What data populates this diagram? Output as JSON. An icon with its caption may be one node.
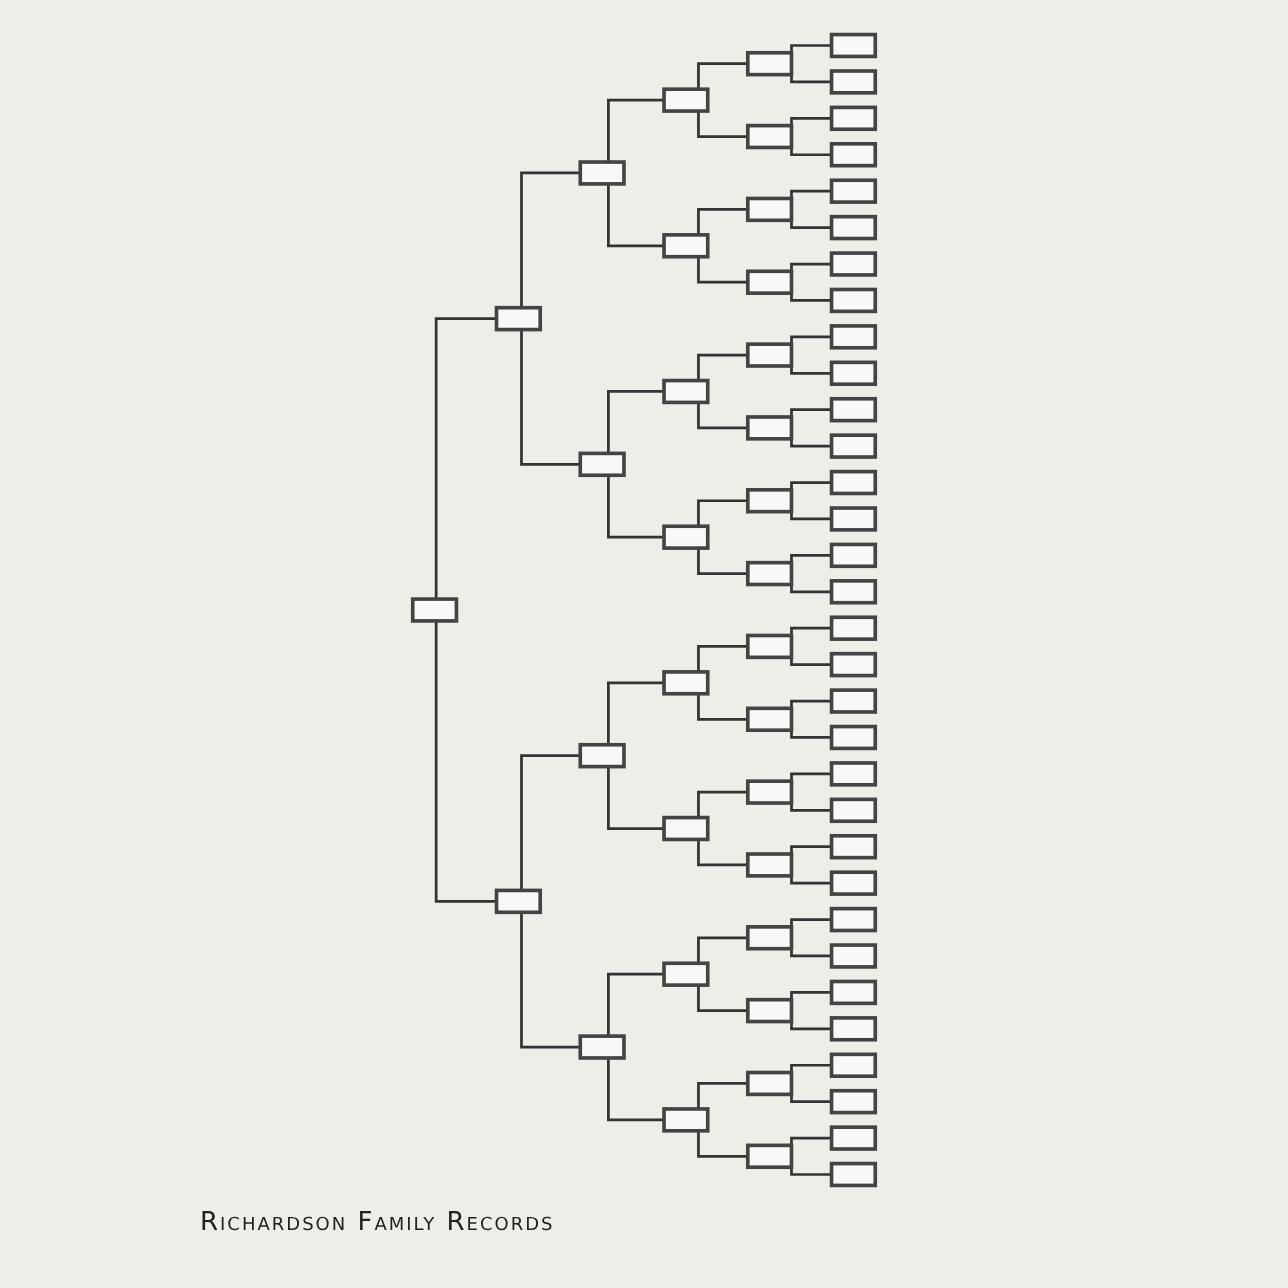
{
  "diagram": {
    "nodes": [
      {
        "text": [],
        "shape": "box"
      },
      {
        "text": [],
        "shape": "box"
      },
      {
        "text": [],
        "shape": "box"
      },
      {
        "text": [],
        "shape": "box"
      },
      {
        "text": [],
        "shape": "box"
      },
      {
        "text": [],
        "shape": "box"
      },
      {
        "text": [],
        "shape": "box"
      },
      {
        "text": [],
        "shape": "box"
      },
      {
        "text": [],
        "shape": "box"
      },
      {
        "text": [],
        "shape": "box"
      },
      {
        "text": [],
        "shape": "box"
      },
      {
        "text": [],
        "shape": "box"
      },
      {
        "text": [],
        "shape": "box"
      },
      {
        "text": [],
        "shape": "box"
      },
      {
        "text": [],
        "shape": "box"
      },
      {
        "text": [],
        "shape": "box"
      },
      {
        "text": [],
        "shape": "box"
      },
      {
        "text": [],
        "shape": "box"
      },
      {
        "text": [],
        "shape": "box"
      },
      {
        "text": [],
        "shape": "box"
      },
      {
        "text": [],
        "shape": "box"
      },
      {
        "text": [],
        "shape": "box"
      },
      {
        "text": [],
        "shape": "box"
      },
      {
        "text": [],
        "shape": "box"
      },
      {
        "text": [],
        "shape": "box"
      },
      {
        "text": [],
        "shape": "box"
      },
      {
        "text": [],
        "shape": "box"
      },
      {
        "text": [],
        "shape": "box"
      },
      {
        "text": [],
        "shape": "box"
      },
      {
        "text": [],
        "shape": "box"
      },
      {
        "text": [],
        "shape": "box"
      },
      {
        "text": [],
        "shape": "box"
      },
      {
        "text": [],
        "shape": "box"
      },
      {
        "text": [],
        "shape": "box"
      },
      {
        "text": [],
        "shape": "box"
      },
      {
        "text": [],
        "shape": "box"
      },
      {
        "text": [],
        "shape": "box"
      },
      {
        "text": [],
        "shape": "box"
      },
      {
        "text": [],
        "shape": "box"
      },
      {
        "text": [],
        "shape": "box"
      },
      {
        "text": [],
        "shape": "box"
      },
      {
        "text": [],
        "shape": "box"
      },
      {
        "text": [],
        "shape": "box"
      },
      {
        "text": [],
        "shape": "box"
      },
      {
        "text": [],
        "shape": "box"
      },
      {
        "text": [],
        "shape": "box"
      },
      {
        "text": [],
        "shape": "box"
      },
      {
        "text": [],
        "shape": "box"
      },
      {
        "text": [],
        "shape": "box"
      },
      {
        "text": [],
        "shape": "box"
      },
      {
        "text": [],
        "shape": "box"
      },
      {
        "text": [],
        "shape": "box"
      },
      {
        "text": [],
        "shape": "box"
      },
      {
        "text": [],
        "shape": "box"
      },
      {
        "text": [],
        "shape": "box"
      },
      {
        "text": [],
        "shape": "box"
      },
      {
        "text": [],
        "shape": "box"
      },
      {
        "text": [],
        "shape": "box"
      },
      {
        "text": [],
        "shape": "box"
      },
      {
        "text": [],
        "shape": "box"
      },
      {
        "text": [],
        "shape": "box"
      },
      {
        "text": [],
        "shape": "box"
      },
      {
        "text": [],
        "shape": "box"
      }
    ],
    "edges": [
      {
        "from": 0,
        "to": 1,
        "arrow": "none"
      },
      {
        "from": 0,
        "to": 2,
        "arrow": "none"
      },
      {
        "from": 1,
        "to": 3,
        "arrow": "none"
      },
      {
        "from": 1,
        "to": 4,
        "arrow": "none"
      },
      {
        "from": 2,
        "to": 5,
        "arrow": "none"
      },
      {
        "from": 2,
        "to": 6,
        "arrow": "none"
      },
      {
        "from": 3,
        "to": 7,
        "arrow": "none"
      },
      {
        "from": 3,
        "to": 8,
        "arrow": "none"
      },
      {
        "from": 4,
        "to": 9,
        "arrow": "none"
      },
      {
        "from": 4,
        "to": 10,
        "arrow": "none"
      },
      {
        "from": 5,
        "to": 11,
        "arrow": "none"
      },
      {
        "from": 5,
        "to": 12,
        "arrow": "none"
      },
      {
        "from": 6,
        "to": 13,
        "arrow": "none"
      },
      {
        "from": 6,
        "to": 14,
        "arrow": "none"
      },
      {
        "from": 7,
        "to": 15,
        "arrow": "none"
      },
      {
        "from": 7,
        "to": 16,
        "arrow": "none"
      },
      {
        "from": 8,
        "to": 17,
        "arrow": "none"
      },
      {
        "from": 8,
        "to": 18,
        "arrow": "none"
      },
      {
        "from": 9,
        "to": 19,
        "arrow": "none"
      },
      {
        "from": 9,
        "to": 20,
        "arrow": "none"
      },
      {
        "from": 10,
        "to": 21,
        "arrow": "none"
      },
      {
        "from": 10,
        "to": 22,
        "arrow": "none"
      },
      {
        "from": 11,
        "to": 23,
        "arrow": "none"
      },
      {
        "from": 11,
        "to": 24,
        "arrow": "none"
      },
      {
        "from": 12,
        "to": 25,
        "arrow": "none"
      },
      {
        "from": 12,
        "to": 26,
        "arrow": "none"
      },
      {
        "from": 13,
        "to": 27,
        "arrow": "none"
      },
      {
        "from": 13,
        "to": 28,
        "arrow": "none"
      },
      {
        "from": 14,
        "to": 29,
        "arrow": "none"
      },
      {
        "from": 14,
        "to": 30,
        "arrow": "none"
      },
      {
        "from": 15,
        "to": 31,
        "arrow": "none"
      },
      {
        "from": 15,
        "to": 32,
        "arrow": "none"
      },
      {
        "from": 16,
        "to": 33,
        "arrow": "none"
      },
      {
        "from": 16,
        "to": 34,
        "arrow": "none"
      },
      {
        "from": 17,
        "to": 35,
        "arrow": "none"
      },
      {
        "from": 17,
        "to": 36,
        "arrow": "none"
      },
      {
        "from": 18,
        "to": 37,
        "arrow": "none"
      },
      {
        "from": 18,
        "to": 38,
        "arrow": "none"
      },
      {
        "from": 19,
        "to": 39,
        "arrow": "none"
      },
      {
        "from": 19,
        "to": 40,
        "arrow": "none"
      },
      {
        "from": 20,
        "to": 41,
        "arrow": "none"
      },
      {
        "from": 20,
        "to": 42,
        "arrow": "none"
      },
      {
        "from": 21,
        "to": 43,
        "arrow": "none"
      },
      {
        "from": 21,
        "to": 44,
        "arrow": "none"
      },
      {
        "from": 22,
        "to": 45,
        "arrow": "none"
      },
      {
        "from": 22,
        "to": 46,
        "arrow": "none"
      },
      {
        "from": 23,
        "to": 47,
        "arrow": "none"
      },
      {
        "from": 23,
        "to": 48,
        "arrow": "none"
      },
      {
        "from": 24,
        "to": 49,
        "arrow": "none"
      },
      {
        "from": 24,
        "to": 50,
        "arrow": "none"
      },
      {
        "from": 25,
        "to": 51,
        "arrow": "none"
      },
      {
        "from": 25,
        "to": 52,
        "arrow": "none"
      },
      {
        "from": 26,
        "to": 53,
        "arrow": "none"
      },
      {
        "from": 26,
        "to": 54,
        "arrow": "none"
      },
      {
        "from": 27,
        "to": 55,
        "arrow": "none"
      },
      {
        "from": 27,
        "to": 56,
        "arrow": "none"
      },
      {
        "from": 28,
        "to": 57,
        "arrow": "none"
      },
      {
        "from": 28,
        "to": 58,
        "arrow": "none"
      },
      {
        "from": 29,
        "to": 59,
        "arrow": "none"
      },
      {
        "from": 29,
        "to": 60,
        "arrow": "none"
      },
      {
        "from": 30,
        "to": 61,
        "arrow": "none"
      },
      {
        "from": 30,
        "to": 62,
        "arrow": "none"
      }
    ],
    "labels": [
      "Richardson Family Records"
    ]
  }
}
